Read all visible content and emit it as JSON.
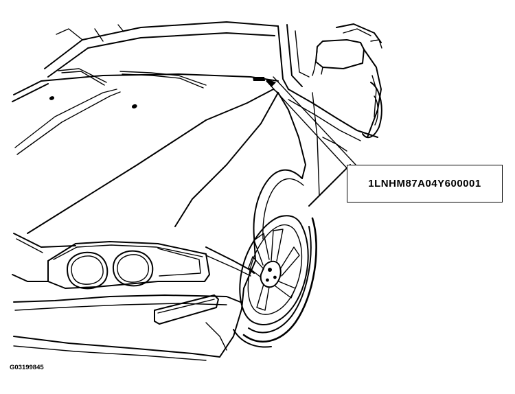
{
  "callout": {
    "vin": "1LNHM87A04Y600001"
  },
  "figure": {
    "code": "G03199845"
  },
  "icons": {
    "vehicle": "car-front-line-drawing",
    "pointer": "leader-arrow"
  },
  "colors": {
    "line": "#000000",
    "background": "#ffffff"
  }
}
